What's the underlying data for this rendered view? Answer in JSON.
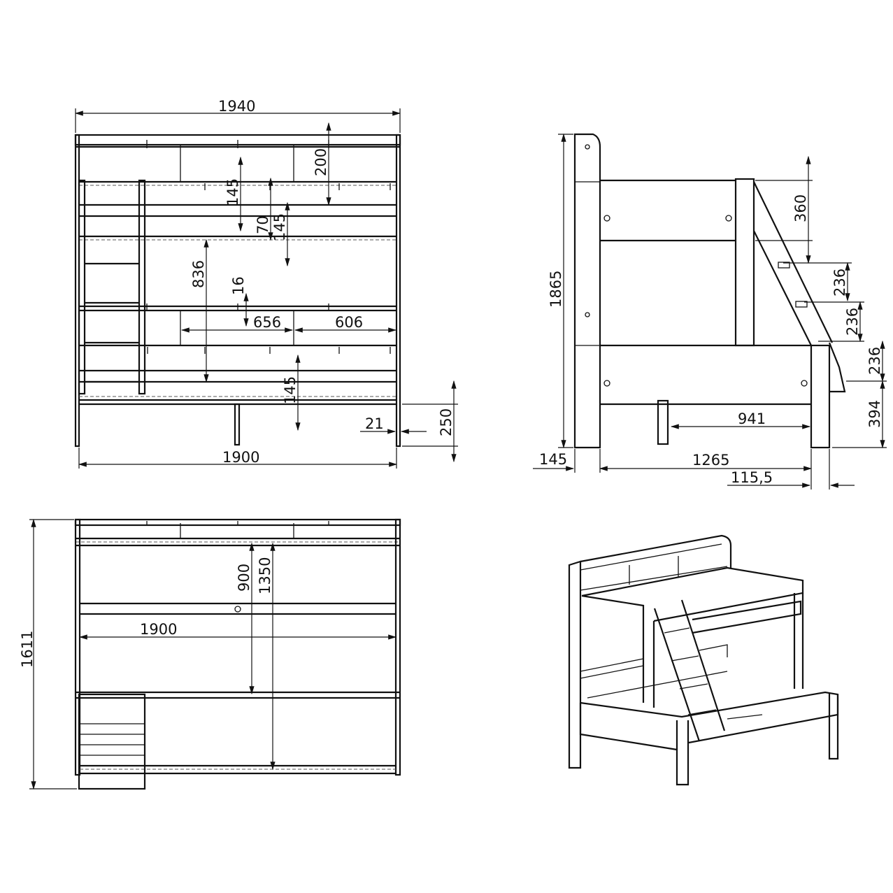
{
  "front_view": {
    "dims": {
      "overall_width": "1940",
      "base_width": "1900",
      "shelf_height": "200",
      "top_gap": "145",
      "rail_70": "70",
      "rail_145": "145",
      "mid_height": "836",
      "panel_16": "16",
      "span_656": "656",
      "span_606": "606",
      "lower_145": "145",
      "leg_250": "250",
      "offset_21": "21"
    }
  },
  "side_view": {
    "dims": {
      "height_1865": "1865",
      "gap_360": "360",
      "step_236_a": "236",
      "step_236_b": "236",
      "step_236_c": "236",
      "depth_1265": "1265",
      "width_941": "941",
      "post_145": "145",
      "offset_115": "115,5",
      "h_394": "394"
    }
  },
  "top_view": {
    "dims": {
      "depth_1611": "1611",
      "inner_900": "900",
      "inner_1350": "1350",
      "length_1900": "1900"
    }
  }
}
